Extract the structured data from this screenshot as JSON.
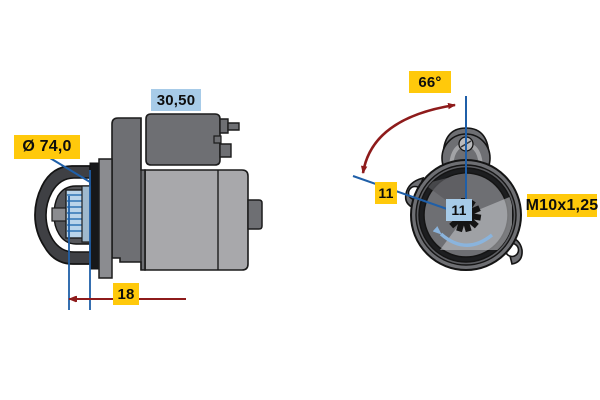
{
  "diagram": {
    "title": "Starter motor technical dimension drawing",
    "background_color": "#ffffff",
    "callout_colors": {
      "yellow": "#ffc90b",
      "light_blue": "#a7cbe8",
      "dimension_blue": "#1f5fa8",
      "dimension_red": "#8e1b1b"
    },
    "views": [
      {
        "name": "side-view",
        "description": "Starter motor side elevation with drive end bracket and pinion"
      },
      {
        "name": "front-view",
        "description": "Starter motor drive end face with mounting flange and pinion teeth"
      }
    ]
  },
  "callouts": {
    "diameter": {
      "label": "Ø 74,0",
      "style": "yellow",
      "view": "side-view",
      "meaning": "pilot-flange-diameter-mm"
    },
    "top_dimension": {
      "label": "30,50",
      "style": "light_blue",
      "view": "side-view",
      "meaning": "solenoid-terminal-dimension-mm"
    },
    "depth": {
      "label": "18",
      "style": "yellow",
      "view": "side-view",
      "meaning": "pinion-protrusion-mm"
    },
    "angle": {
      "label": "66°",
      "style": "yellow",
      "view": "front-view",
      "meaning": "solenoid-clocking-angle-degrees"
    },
    "teeth_left": {
      "label": "11",
      "style": "yellow",
      "view": "front-view",
      "meaning": "pinion-tooth-count"
    },
    "teeth_center": {
      "label": "11",
      "style": "light_blue",
      "view": "front-view",
      "meaning": "pinion-tooth-count"
    },
    "thread": {
      "label": "M10x1,25",
      "style": "yellow",
      "view": "front-view",
      "meaning": "mounting-bolt-thread-spec"
    }
  },
  "icons": {
    "arrow_arc": "arc-arrow-icon",
    "rotation_arrow": "rotation-arrow-icon",
    "dimension_arrow": "dimension-arrow-icon",
    "leader_line": "leader-line-icon"
  }
}
